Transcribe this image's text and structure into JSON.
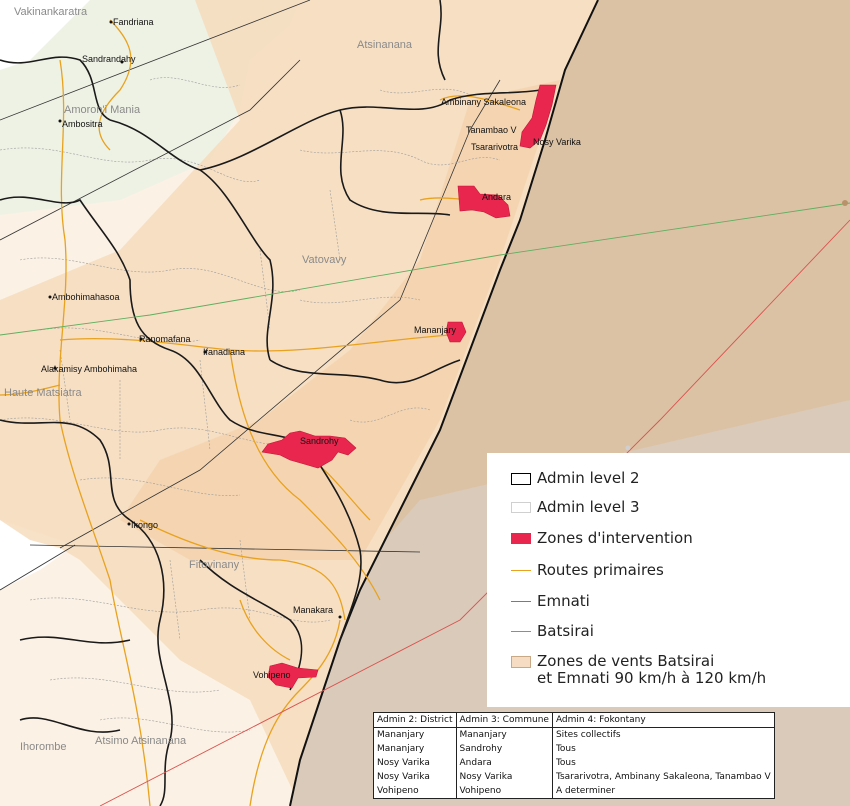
{
  "map": {
    "colors": {
      "sea": "#dcc2a4",
      "wind_zone": "#f5d7b4",
      "intervention": "#e8264e",
      "roads": "#e8a21f",
      "emnati": "#d9534f",
      "batsirai": "#5fae5f",
      "admin2": "#1a1a1a",
      "admin3": "#bbbbbb"
    },
    "region_labels": [
      "Vakinankaratra",
      "Atsinanana",
      "Amoron'i Mania",
      "Vatovavy",
      "Haute Matsiatra",
      "Fitovinany",
      "Ihorombe",
      "Atsimo Atsinanana"
    ],
    "place_labels": [
      "Fandriana",
      "Sandrandahy",
      "Ambositra",
      "Ambinany Sakaleona",
      "Tanambao V",
      "Tsararivotra",
      "Nosy Varika",
      "Andara",
      "Ambohimahasoa",
      "Ranomafana",
      "Ifanadiana",
      "Alakamisy Ambohimaha",
      "Mananjary",
      "Sandrohy",
      "Ikongo",
      "Manakara",
      "Vohipeno"
    ]
  },
  "legend": {
    "items": [
      "Admin level 2",
      "Admin level 3",
      "Zones d'intervention",
      "Routes primaires",
      "Emnati",
      "Batsirai"
    ],
    "wind_line1": "Zones de vents Batsirai",
    "wind_line2": "et Emnati 90 km/h à 120 km/h"
  },
  "table": {
    "headers": [
      "Admin 2: District",
      "Admin 3: Commune",
      "Admin 4: Fokontany"
    ],
    "rows": [
      [
        "Mananjary",
        "Mananjary",
        "Sites collectifs"
      ],
      [
        "Mananjary",
        "Sandrohy",
        "Tous"
      ],
      [
        "Nosy Varika",
        "Andara",
        "Tous"
      ],
      [
        "Nosy Varika",
        "Nosy Varika",
        "Tsararivotra, Ambinany Sakaleona, Tanambao V"
      ],
      [
        "Vohipeno",
        "Vohipeno",
        "A determiner"
      ]
    ]
  }
}
